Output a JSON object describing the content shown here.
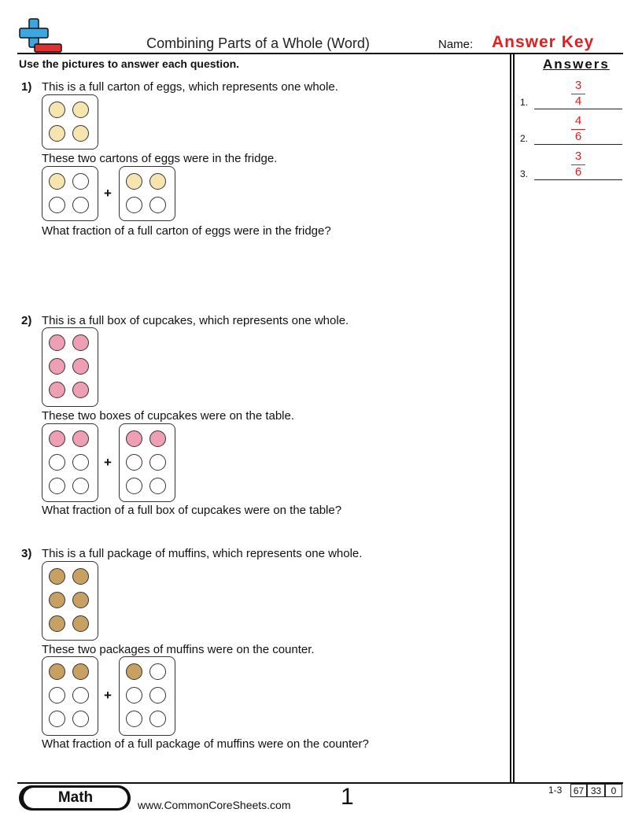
{
  "header": {
    "title": "Combining Parts of a Whole (Word)",
    "name_label": "Name:",
    "answer_key": "Answer Key"
  },
  "instructions": "Use the pictures to answer each question.",
  "colors": {
    "egg": "#f7e5b0",
    "cupcake": "#ee9fb3",
    "muffin": "#c8a062",
    "answer_red": "#e02020",
    "logo_blue": "#3aa7e0",
    "logo_red": "#e03030"
  },
  "questions": [
    {
      "number": "1)",
      "intro": "This is a full carton of eggs, which represents one whole.",
      "middle": "These two cartons of eggs were in the fridge.",
      "question": "What fraction of a full carton of eggs were in the fridge?",
      "plus": "+",
      "item": "egg",
      "rows": 2,
      "cols": 2,
      "whole_filled": 4,
      "left_filled": 1,
      "right_filled": 2
    },
    {
      "number": "2)",
      "intro": "This is a full box of cupcakes, which represents one whole.",
      "middle": "These two boxes of cupcakes were on the table.",
      "question": "What fraction of a full box of cupcakes were on the table?",
      "plus": "+",
      "item": "cupcake",
      "rows": 3,
      "cols": 2,
      "whole_filled": 6,
      "left_filled": 2,
      "right_filled": 2
    },
    {
      "number": "3)",
      "intro": "This is a full package of muffins, which represents one whole.",
      "middle": "These two packages of muffins were on the counter.",
      "question": "What fraction of a full package of muffins were on the counter?",
      "plus": "+",
      "item": "muffin",
      "rows": 3,
      "cols": 2,
      "whole_filled": 6,
      "left_filled": 2,
      "right_filled": 1
    }
  ],
  "answers": {
    "header": "Answers",
    "items": [
      {
        "label": "1.",
        "numerator": "3",
        "denominator": "4"
      },
      {
        "label": "2.",
        "numerator": "4",
        "denominator": "6"
      },
      {
        "label": "3.",
        "numerator": "3",
        "denominator": "6"
      }
    ]
  },
  "footer": {
    "subject": "Math",
    "website": "www.CommonCoreSheets.com",
    "page_number": "1",
    "range": "1-3",
    "scores": [
      "67",
      "33",
      "0"
    ]
  }
}
